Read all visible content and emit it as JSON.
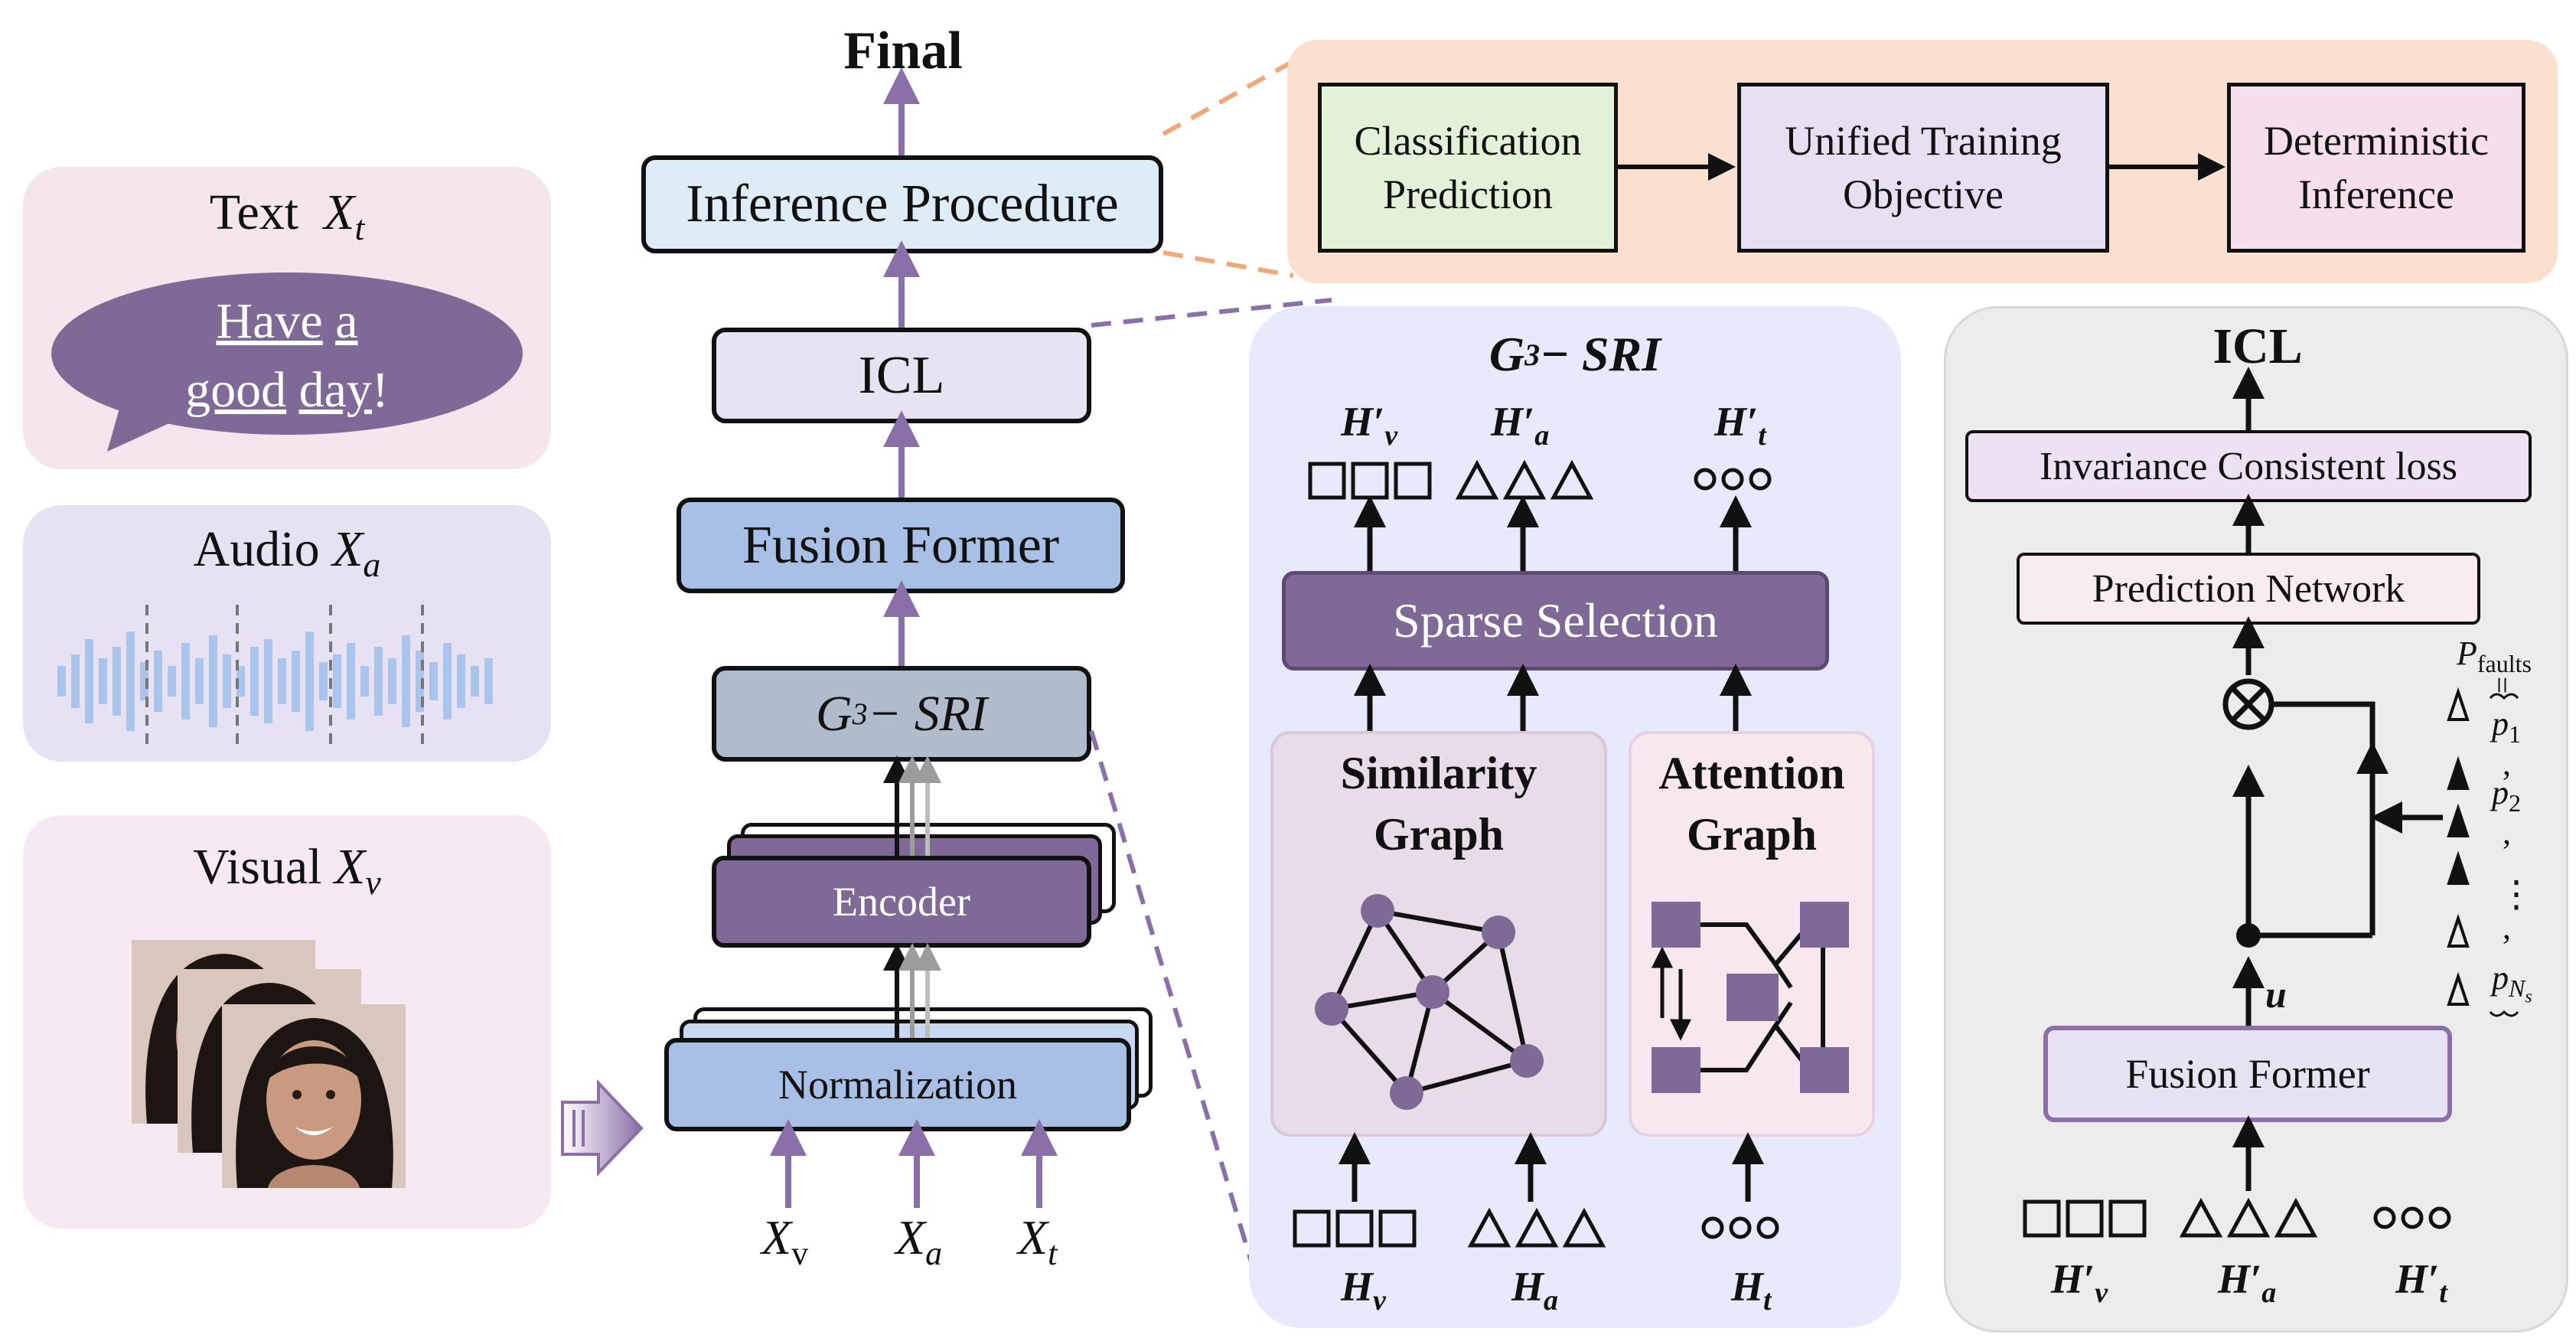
{
  "inputs": {
    "text_label": "Text",
    "text_var": "X",
    "text_sub": "t",
    "speech_words": [
      "Have",
      "a",
      "good",
      "day",
      "!"
    ],
    "audio_label": "Audio",
    "audio_var": "X",
    "audio_sub": "a",
    "visual_label": "Visual",
    "visual_var": "X",
    "visual_sub": "v"
  },
  "pipeline": {
    "final": "Final",
    "inference": "Inference Procedure",
    "icl": "ICL",
    "fusion_former": "Fusion Former",
    "g3": "G",
    "g3_sup": "3",
    "g3_rest": " − SRI",
    "encoder": "Encoder",
    "normalization": "Normalization",
    "input_vars": [
      {
        "var": "X",
        "sub": "v"
      },
      {
        "var": "X",
        "sub": "a"
      },
      {
        "var": "X",
        "sub": "t"
      }
    ]
  },
  "inference_detail": {
    "steps": [
      "Classification Prediction",
      "Unified Training Objective",
      "Deterministic Inference"
    ],
    "colors": [
      "#e3f1d8",
      "#e7e0f2",
      "#f6dfea"
    ]
  },
  "g3_detail": {
    "title_main": "G",
    "title_sup": "3",
    "title_rest": " − SRI",
    "out_labels": [
      {
        "var": "H",
        "sub": "v",
        "prime": "′"
      },
      {
        "var": "H",
        "sub": "a",
        "prime": "′"
      },
      {
        "var": "H",
        "sub": "t",
        "prime": "′"
      }
    ],
    "sparse": "Sparse Selection",
    "similarity": "Similarity Graph",
    "attention": "Attention Graph",
    "in_labels": [
      {
        "var": "H",
        "sub": "v"
      },
      {
        "var": "H",
        "sub": "a"
      },
      {
        "var": "H",
        "sub": "t"
      }
    ]
  },
  "icl_detail": {
    "title": "ICL",
    "loss": "Invariance Consistent loss",
    "prediction": "Prediction Network",
    "fusion": "Fusion Former",
    "u": "u",
    "otimes": "⊗",
    "p_faults_main": "P",
    "p_faults_sub": "faults",
    "eq": "=",
    "p_items": [
      {
        "var": "p",
        "sub": "1"
      },
      {
        "var": "p",
        "sub": "2"
      },
      {
        "var": "p",
        "sub": "N",
        "subsub": "s"
      }
    ],
    "comma": ",",
    "vdots": "⋮",
    "in_labels": [
      {
        "var": "H",
        "sub": "v",
        "prime": "′"
      },
      {
        "var": "H",
        "sub": "a",
        "prime": "′"
      },
      {
        "var": "H",
        "sub": "t",
        "prime": "′"
      }
    ]
  },
  "colors": {
    "purple_dark": "#7f6a97",
    "arrow_purple": "#8a6fa8",
    "blue_box": "#a9c0e6",
    "slate_box": "#b0bccb",
    "lavender": "#e8e3f3",
    "inference_bg": "#deecf8",
    "g3_panel": "#e6eafc",
    "icl_panel": "#ececec",
    "peach_panel": "#fbe0cf"
  }
}
